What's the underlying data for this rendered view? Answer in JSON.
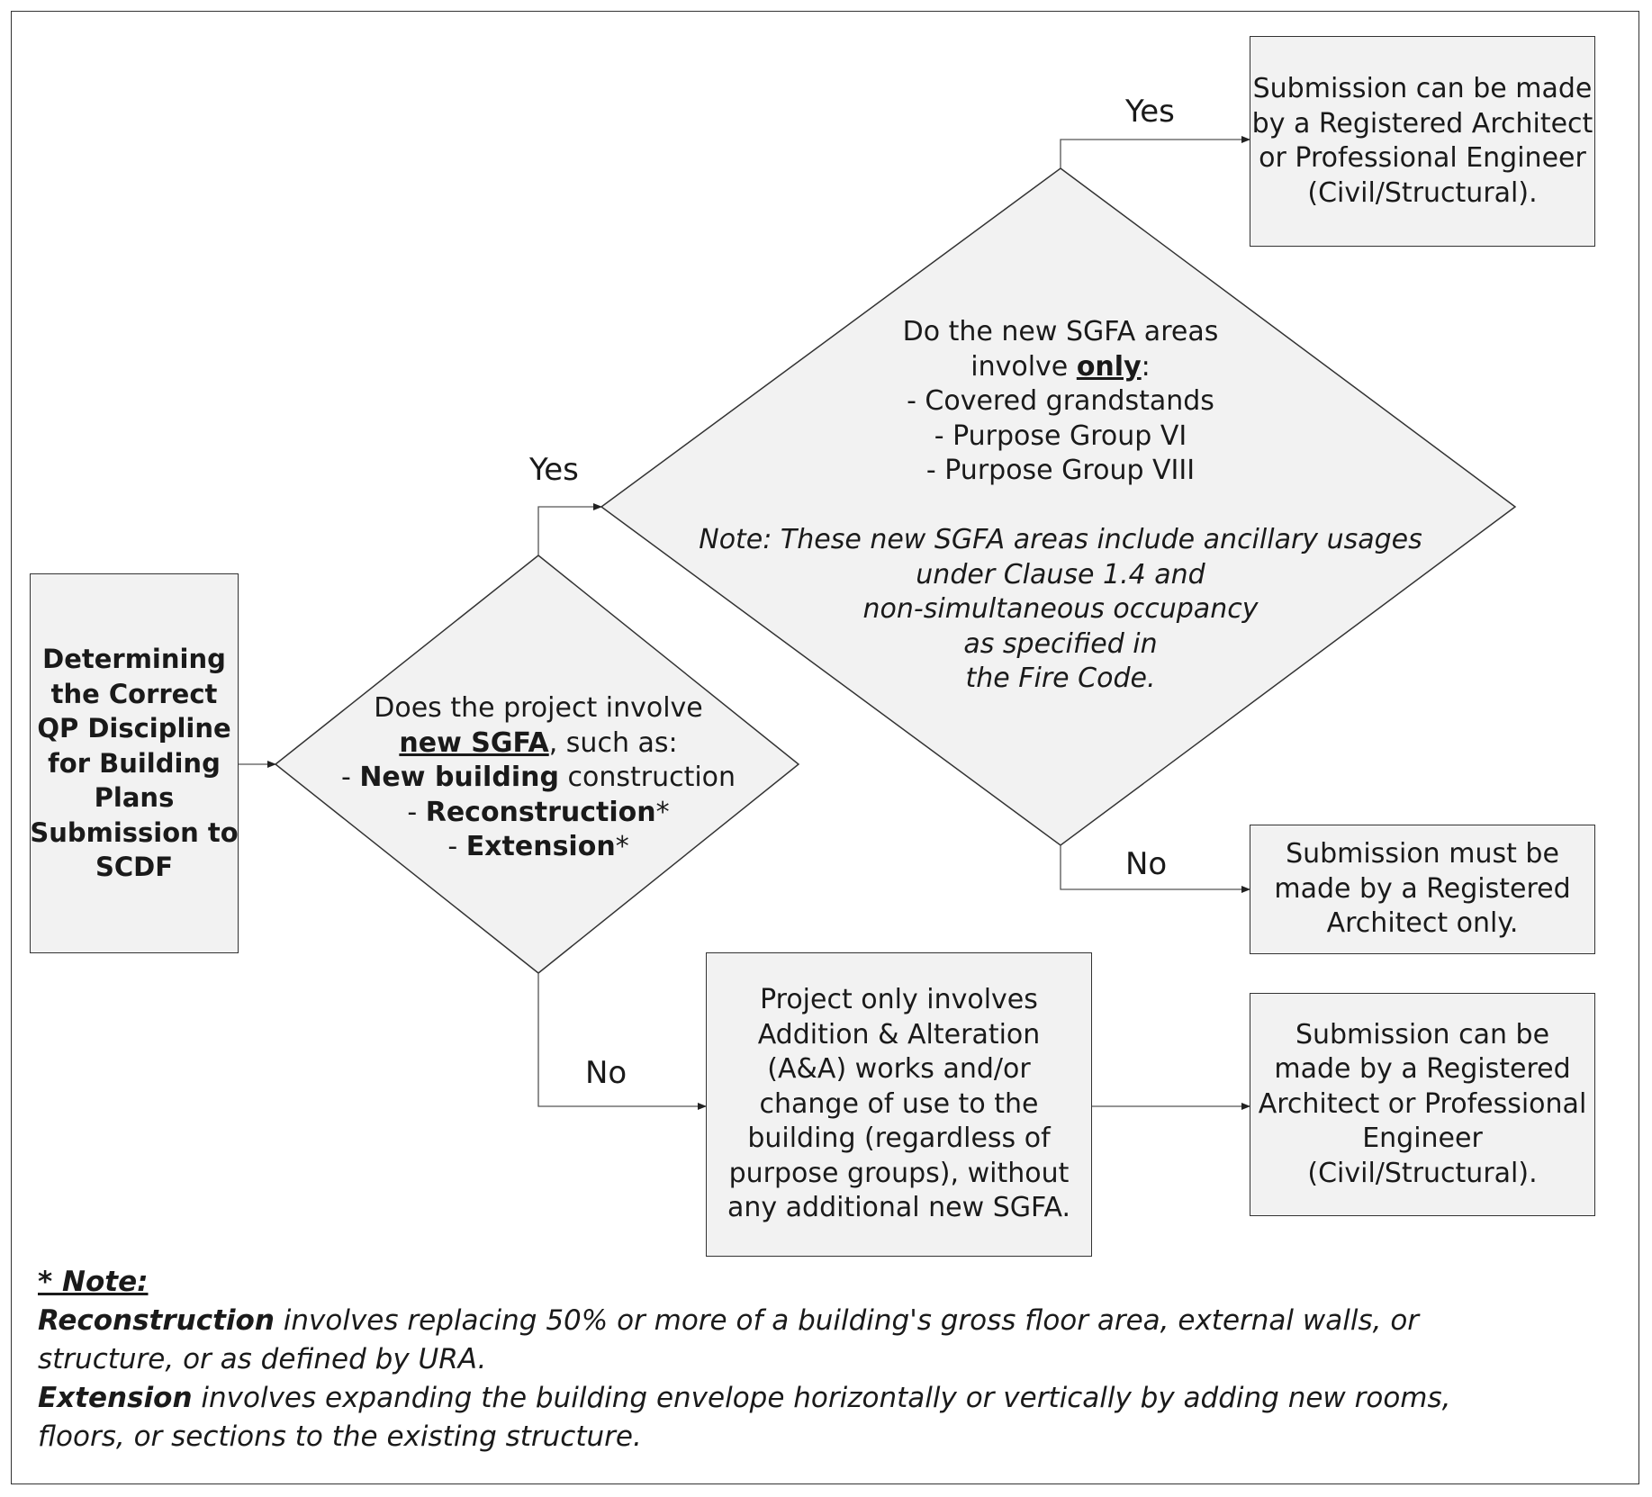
{
  "start_box": {
    "lines": [
      "Determining",
      "the Correct",
      "QP Discipline",
      "for Building",
      "Plans",
      "Submission to",
      "SCDF"
    ]
  },
  "decision1": {
    "line1": "Does the project involve",
    "line2_bold": "new SGFA",
    "line2_rest": ", such as:",
    "line3_prefix": "- ",
    "line3_bold": "New building",
    "line3_rest": " construction",
    "line4_prefix": "- ",
    "line4_bold": "Reconstruction",
    "line4_rest": "*",
    "line5_prefix": "- ",
    "line5_bold": "Extension",
    "line5_rest": "*"
  },
  "decision2": {
    "line1": "Do the new SGFA areas",
    "line2_pre": "involve ",
    "line2_bold": "only",
    "line2_post": ":",
    "items": [
      "- Covered grandstands",
      "- Purpose Group VI",
      "- Purpose Group VIII"
    ],
    "note_lines": [
      "Note: These new SGFA areas include ancillary usages",
      "under Clause 1.4 and",
      "non-simultaneous occupancy",
      "as specified in",
      "the Fire Code."
    ]
  },
  "outcome_yes_yes": {
    "lines": [
      "Submission can be made",
      "by a Registered Architect",
      "or Professional Engineer",
      "(Civil/Structural)."
    ]
  },
  "outcome_yes_no": {
    "lines": [
      "Submission must be",
      "made by a Registered",
      "Architect only."
    ]
  },
  "aa_box": {
    "lines": [
      "Project only involves",
      "Addition & Alteration",
      "(A&A) works and/or",
      "change of use to the",
      "building (regardless of",
      "purpose groups), without",
      "any additional new SGFA."
    ]
  },
  "outcome_no": {
    "lines": [
      "Submission can be",
      "made by a Registered",
      "Architect or Professional",
      "Engineer",
      "(Civil/Structural)."
    ]
  },
  "labels": {
    "yes_top": "Yes",
    "yes_mid": "Yes",
    "no_mid": "No",
    "no_bottom": "No"
  },
  "footnote": {
    "heading": "* Note: ",
    "reconstruction_term": "Reconstruction",
    "reconstruction_text_1": " involves replacing 50% or more of a building's gross floor area, external walls, or",
    "reconstruction_text_2": "structure, or as defined by URA.",
    "extension_term": "Extension",
    "extension_text_1": " involves expanding the building envelope horizontally or vertically by adding new rooms,",
    "extension_text_2": "floors, or sections to the existing structure."
  },
  "colors": {
    "fill": "#f2f2f2",
    "stroke": "#333333",
    "text": "#1a1a1a"
  }
}
